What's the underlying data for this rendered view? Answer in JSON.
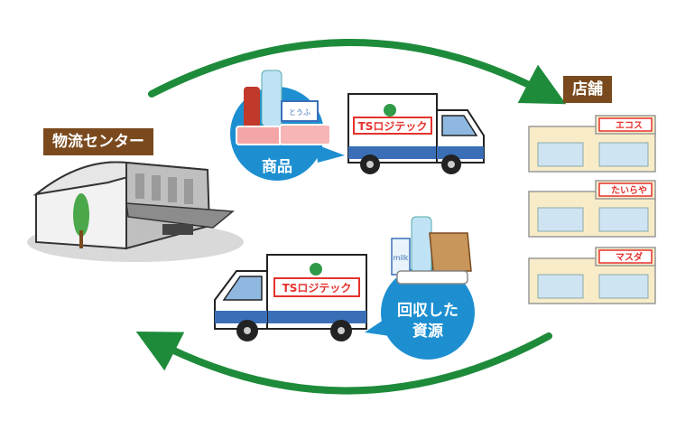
{
  "colors": {
    "arrow": "#1e8b3a",
    "label_bg": "#7a4a1e",
    "bubble": "#1d8fd1",
    "truck_red": "#e5322d",
    "truck_blue": "#3a6fb7",
    "logo_green": "#2f9a47"
  },
  "labels": {
    "distribution_center": "物流センター",
    "stores": "店舗"
  },
  "bubbles": {
    "goods": "商品",
    "recovered_line1": "回収した",
    "recovered_line2": "資源"
  },
  "truck": {
    "logo_text": "TSロジテック"
  },
  "store_signs": [
    "エコス",
    "たいらや",
    "マスダ"
  ],
  "product_tags": {
    "tofu": "とうふ",
    "milk": "milk"
  },
  "icons": [
    "circular-arrow-top",
    "circular-arrow-bottom",
    "warehouse-icon",
    "store-icon",
    "delivery-truck-icon",
    "return-truck-icon"
  ]
}
